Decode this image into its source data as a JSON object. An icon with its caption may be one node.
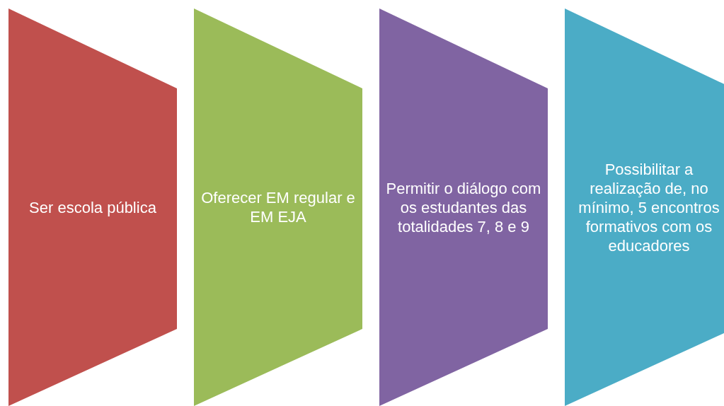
{
  "diagram": {
    "nodes": [
      {
        "text": [
          "Ser escola pública"
        ]
      },
      {
        "text": [
          "Oferecer EM regular e EM EJA"
        ]
      },
      {
        "text": [
          "Permitir o diálogo com os estudantes das totalidades 7, 8 e 9"
        ]
      },
      {
        "text": [
          "Possibilitar a realização de, no mínimo, 5 encontros formativos com os educadores"
        ]
      }
    ],
    "edges": []
  }
}
